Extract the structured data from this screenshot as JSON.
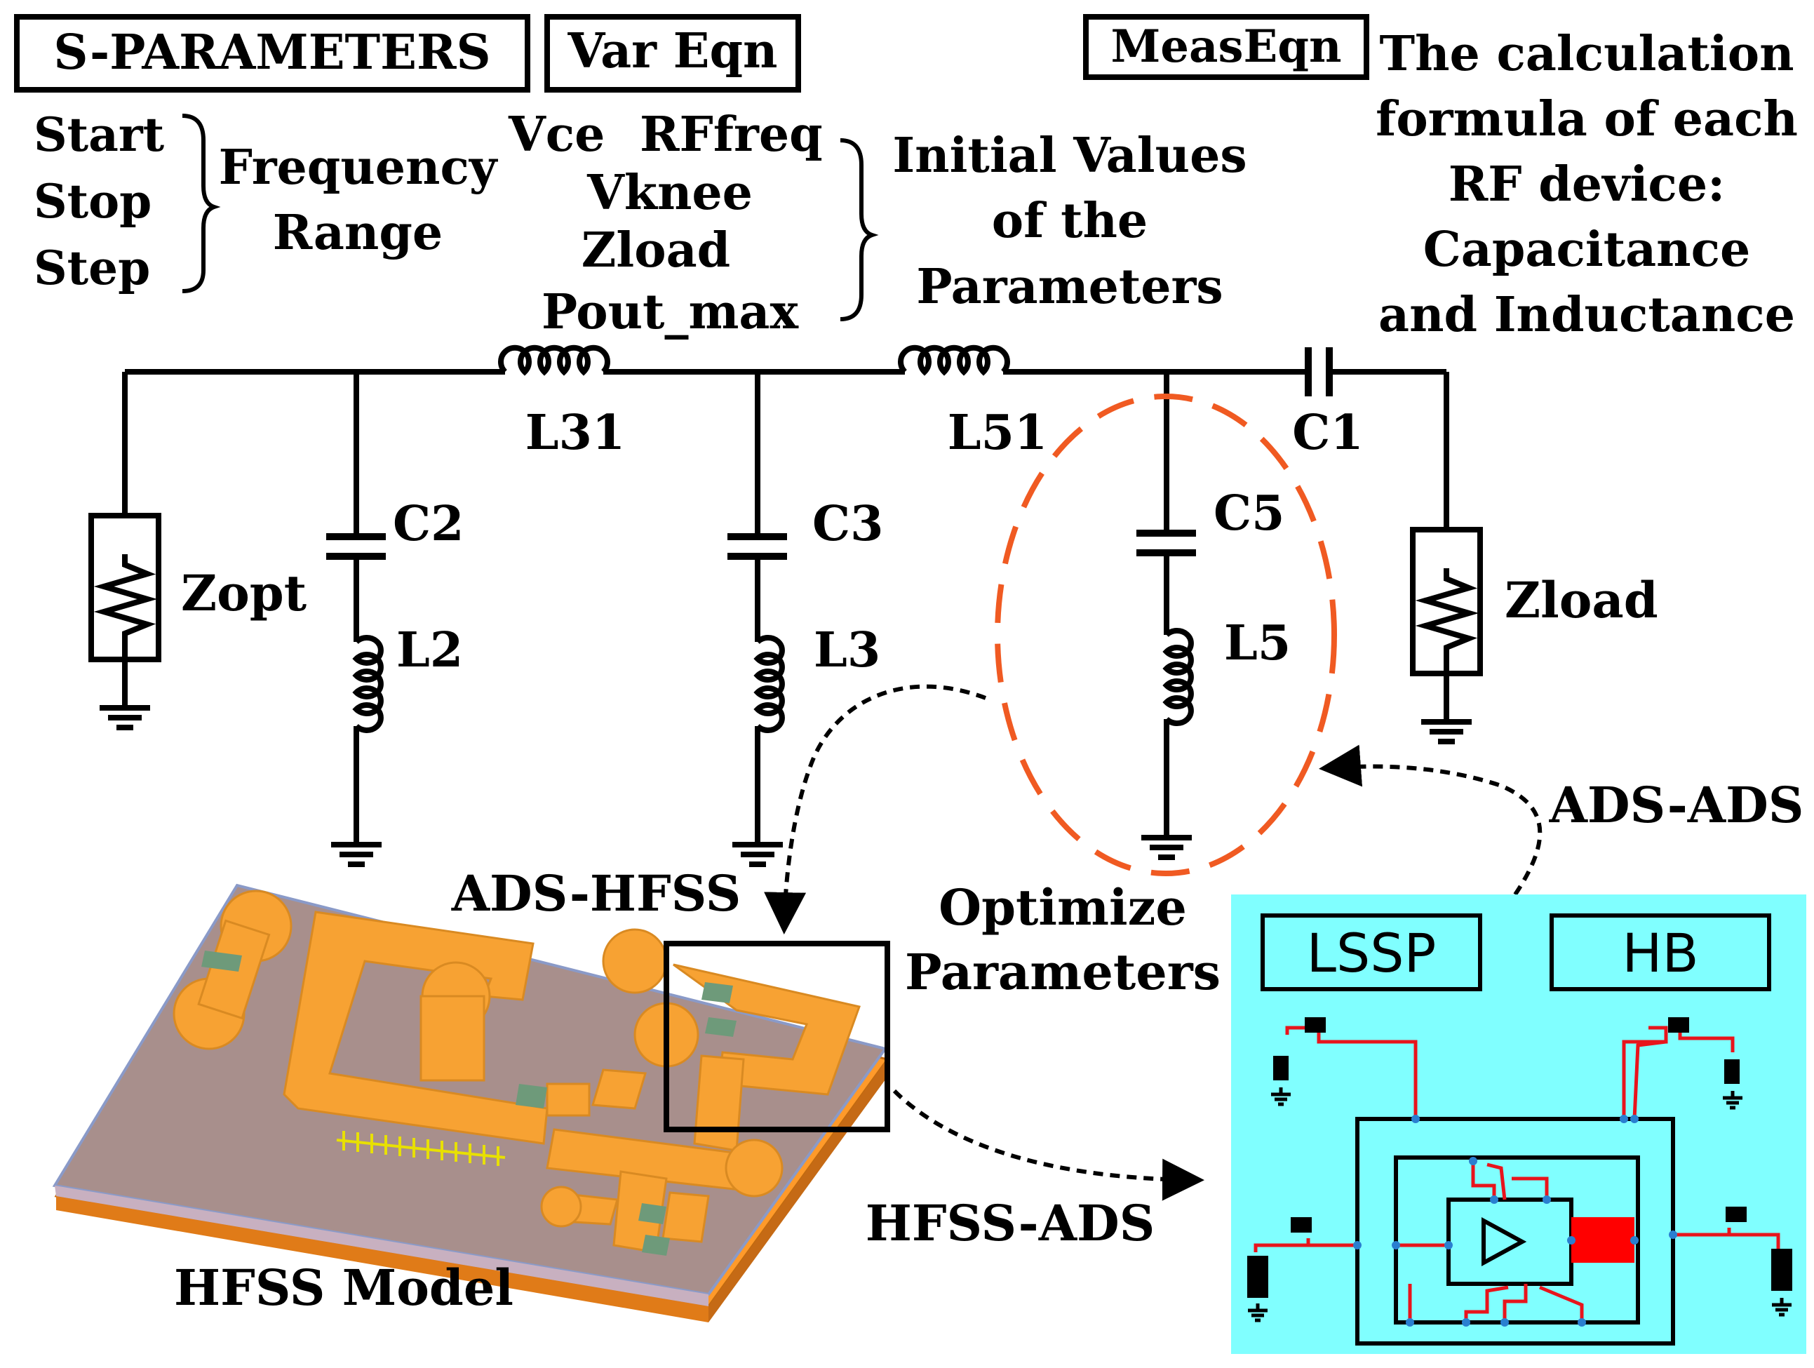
{
  "boxes": {
    "sparams": "S-PARAMETERS",
    "vareqn": "Var Eqn",
    "measeqn": "MeasEqn"
  },
  "sparam_list": [
    "Start",
    "Stop",
    "Step"
  ],
  "freq_range": [
    "Frequency",
    "Range"
  ],
  "var_list": {
    "vce": "Vce",
    "rffreq": "RFfreq",
    "vknee": "Vknee",
    "zload": "Zload",
    "pout": "Pout_max"
  },
  "init_values": [
    "Initial Values",
    "of the",
    "Parameters"
  ],
  "calc_formula": [
    "The calculation",
    "formula of each",
    "RF device:",
    "Capacitance",
    "and Inductance"
  ],
  "components": {
    "l31": "L31",
    "l51": "L51",
    "c1": "C1",
    "c2": "C2",
    "l2": "L2",
    "c3": "C3",
    "l3": "L3",
    "c5": "C5",
    "l5": "L5",
    "zopt": "Zopt",
    "zload": "Zload"
  },
  "flow": {
    "ads_hfss": "ADS-HFSS",
    "hfss_ads": "HFSS-ADS",
    "ads_ads": "ADS-ADS",
    "optimize": [
      "Optimize",
      "Parameters"
    ],
    "hfss_model": "HFSS Model"
  },
  "ads_panel": {
    "lssp": "LSSP",
    "hb": "HB"
  },
  "colors": {
    "highlight_ellipse": "#f05a22",
    "ads_panel_bg": "#80ffff",
    "pcb_trace": "#f5a034",
    "ads_wire": "#e8141c"
  }
}
